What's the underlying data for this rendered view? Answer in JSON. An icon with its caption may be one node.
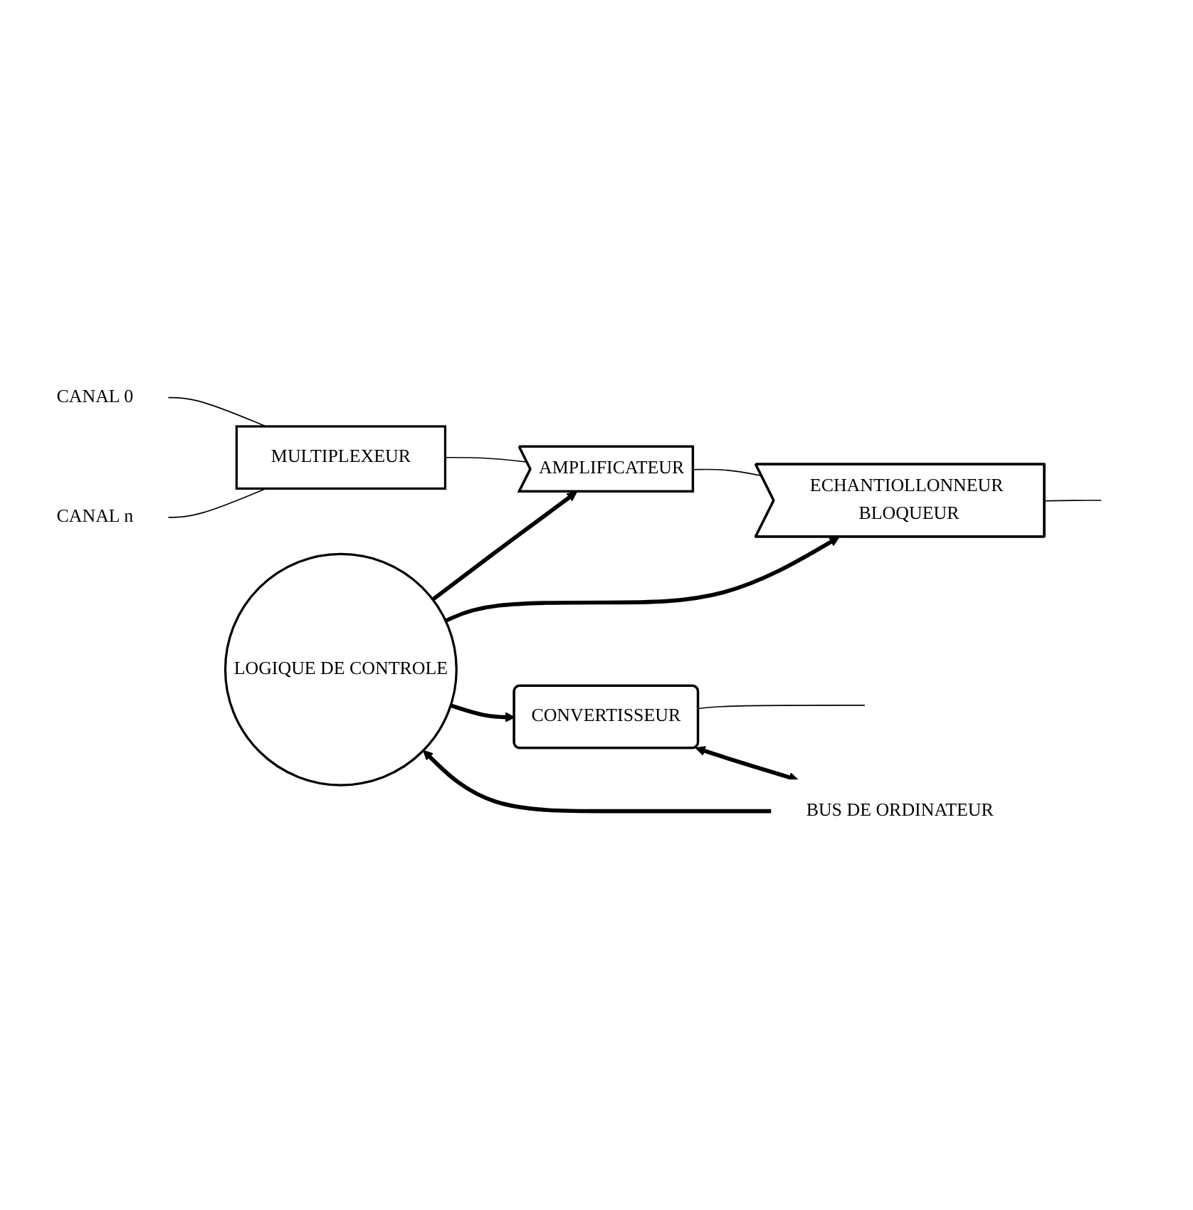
{
  "diagram": {
    "nodes": [
      {
        "text": [
          "CANAL 0"
        ]
      },
      {
        "text": [
          "CANAL n"
        ]
      },
      {
        "text": [
          "MULTIPLEXEUR"
        ]
      },
      {
        "text": [
          "AMPLIFICATEUR"
        ]
      },
      {
        "text": [
          "ECHANTIOLLONNEUR BLOQUEUR"
        ]
      },
      {
        "text": [
          "LOGIQUE DE CONTROLE"
        ]
      },
      {
        "text": [
          "CONVERTISSEUR"
        ]
      },
      {
        "text": [
          "BUS DE ORDINATEUR"
        ]
      }
    ],
    "edges": [
      {
        "from": 0,
        "to": 2,
        "arrow": "none"
      },
      {
        "from": 1,
        "to": 2,
        "arrow": "none"
      },
      {
        "from": 2,
        "to": 3,
        "arrow": "none"
      },
      {
        "from": 3,
        "to": 4,
        "arrow": "none"
      },
      {
        "from": 4,
        "to": null,
        "arrow": "none"
      },
      {
        "from": 5,
        "to": 3,
        "arrow": "to",
        "style": "thick"
      },
      {
        "from": 5,
        "to": 4,
        "arrow": "to",
        "style": "thick"
      },
      {
        "from": 5,
        "to": 6,
        "arrow": "to",
        "style": "thick"
      },
      {
        "from": 6,
        "to": null,
        "arrow": "none"
      },
      {
        "from": 7,
        "to": 5,
        "arrow": "to",
        "style": "thick"
      },
      {
        "from": 6,
        "to": 7,
        "arrow": "both",
        "style": "thick"
      }
    ]
  }
}
